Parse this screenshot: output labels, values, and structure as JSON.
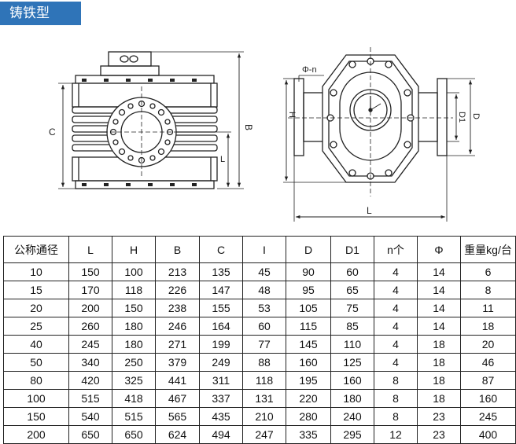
{
  "title": "铸铁型",
  "drawing_labels": {
    "side_c": "C",
    "side_b": "B",
    "side_l": "L",
    "front_h": "H",
    "front_l": "L",
    "front_d1": "D1",
    "front_d": "D",
    "front_phi_n": "Φ-n"
  },
  "table": {
    "headers": [
      "公称通径",
      "L",
      "H",
      "B",
      "C",
      "I",
      "D",
      "D1",
      "n个",
      "Φ",
      "重量kg/台"
    ],
    "rows": [
      [
        "10",
        "150",
        "100",
        "213",
        "135",
        "45",
        "90",
        "60",
        "4",
        "14",
        "6"
      ],
      [
        "15",
        "170",
        "118",
        "226",
        "147",
        "48",
        "95",
        "65",
        "4",
        "14",
        "8"
      ],
      [
        "20",
        "200",
        "150",
        "238",
        "155",
        "53",
        "105",
        "75",
        "4",
        "14",
        "11"
      ],
      [
        "25",
        "260",
        "180",
        "246",
        "164",
        "60",
        "115",
        "85",
        "4",
        "14",
        "18"
      ],
      [
        "40",
        "245",
        "180",
        "271",
        "199",
        "77",
        "145",
        "110",
        "4",
        "18",
        "20"
      ],
      [
        "50",
        "340",
        "250",
        "379",
        "249",
        "88",
        "160",
        "125",
        "4",
        "18",
        "46"
      ],
      [
        "80",
        "420",
        "325",
        "441",
        "311",
        "118",
        "195",
        "160",
        "8",
        "18",
        "87"
      ],
      [
        "100",
        "515",
        "418",
        "467",
        "337",
        "131",
        "220",
        "180",
        "8",
        "18",
        "160"
      ],
      [
        "150",
        "540",
        "515",
        "565",
        "435",
        "210",
        "280",
        "240",
        "8",
        "23",
        "245"
      ],
      [
        "200",
        "650",
        "650",
        "624",
        "494",
        "247",
        "335",
        "295",
        "12",
        "23",
        "400"
      ]
    ]
  }
}
